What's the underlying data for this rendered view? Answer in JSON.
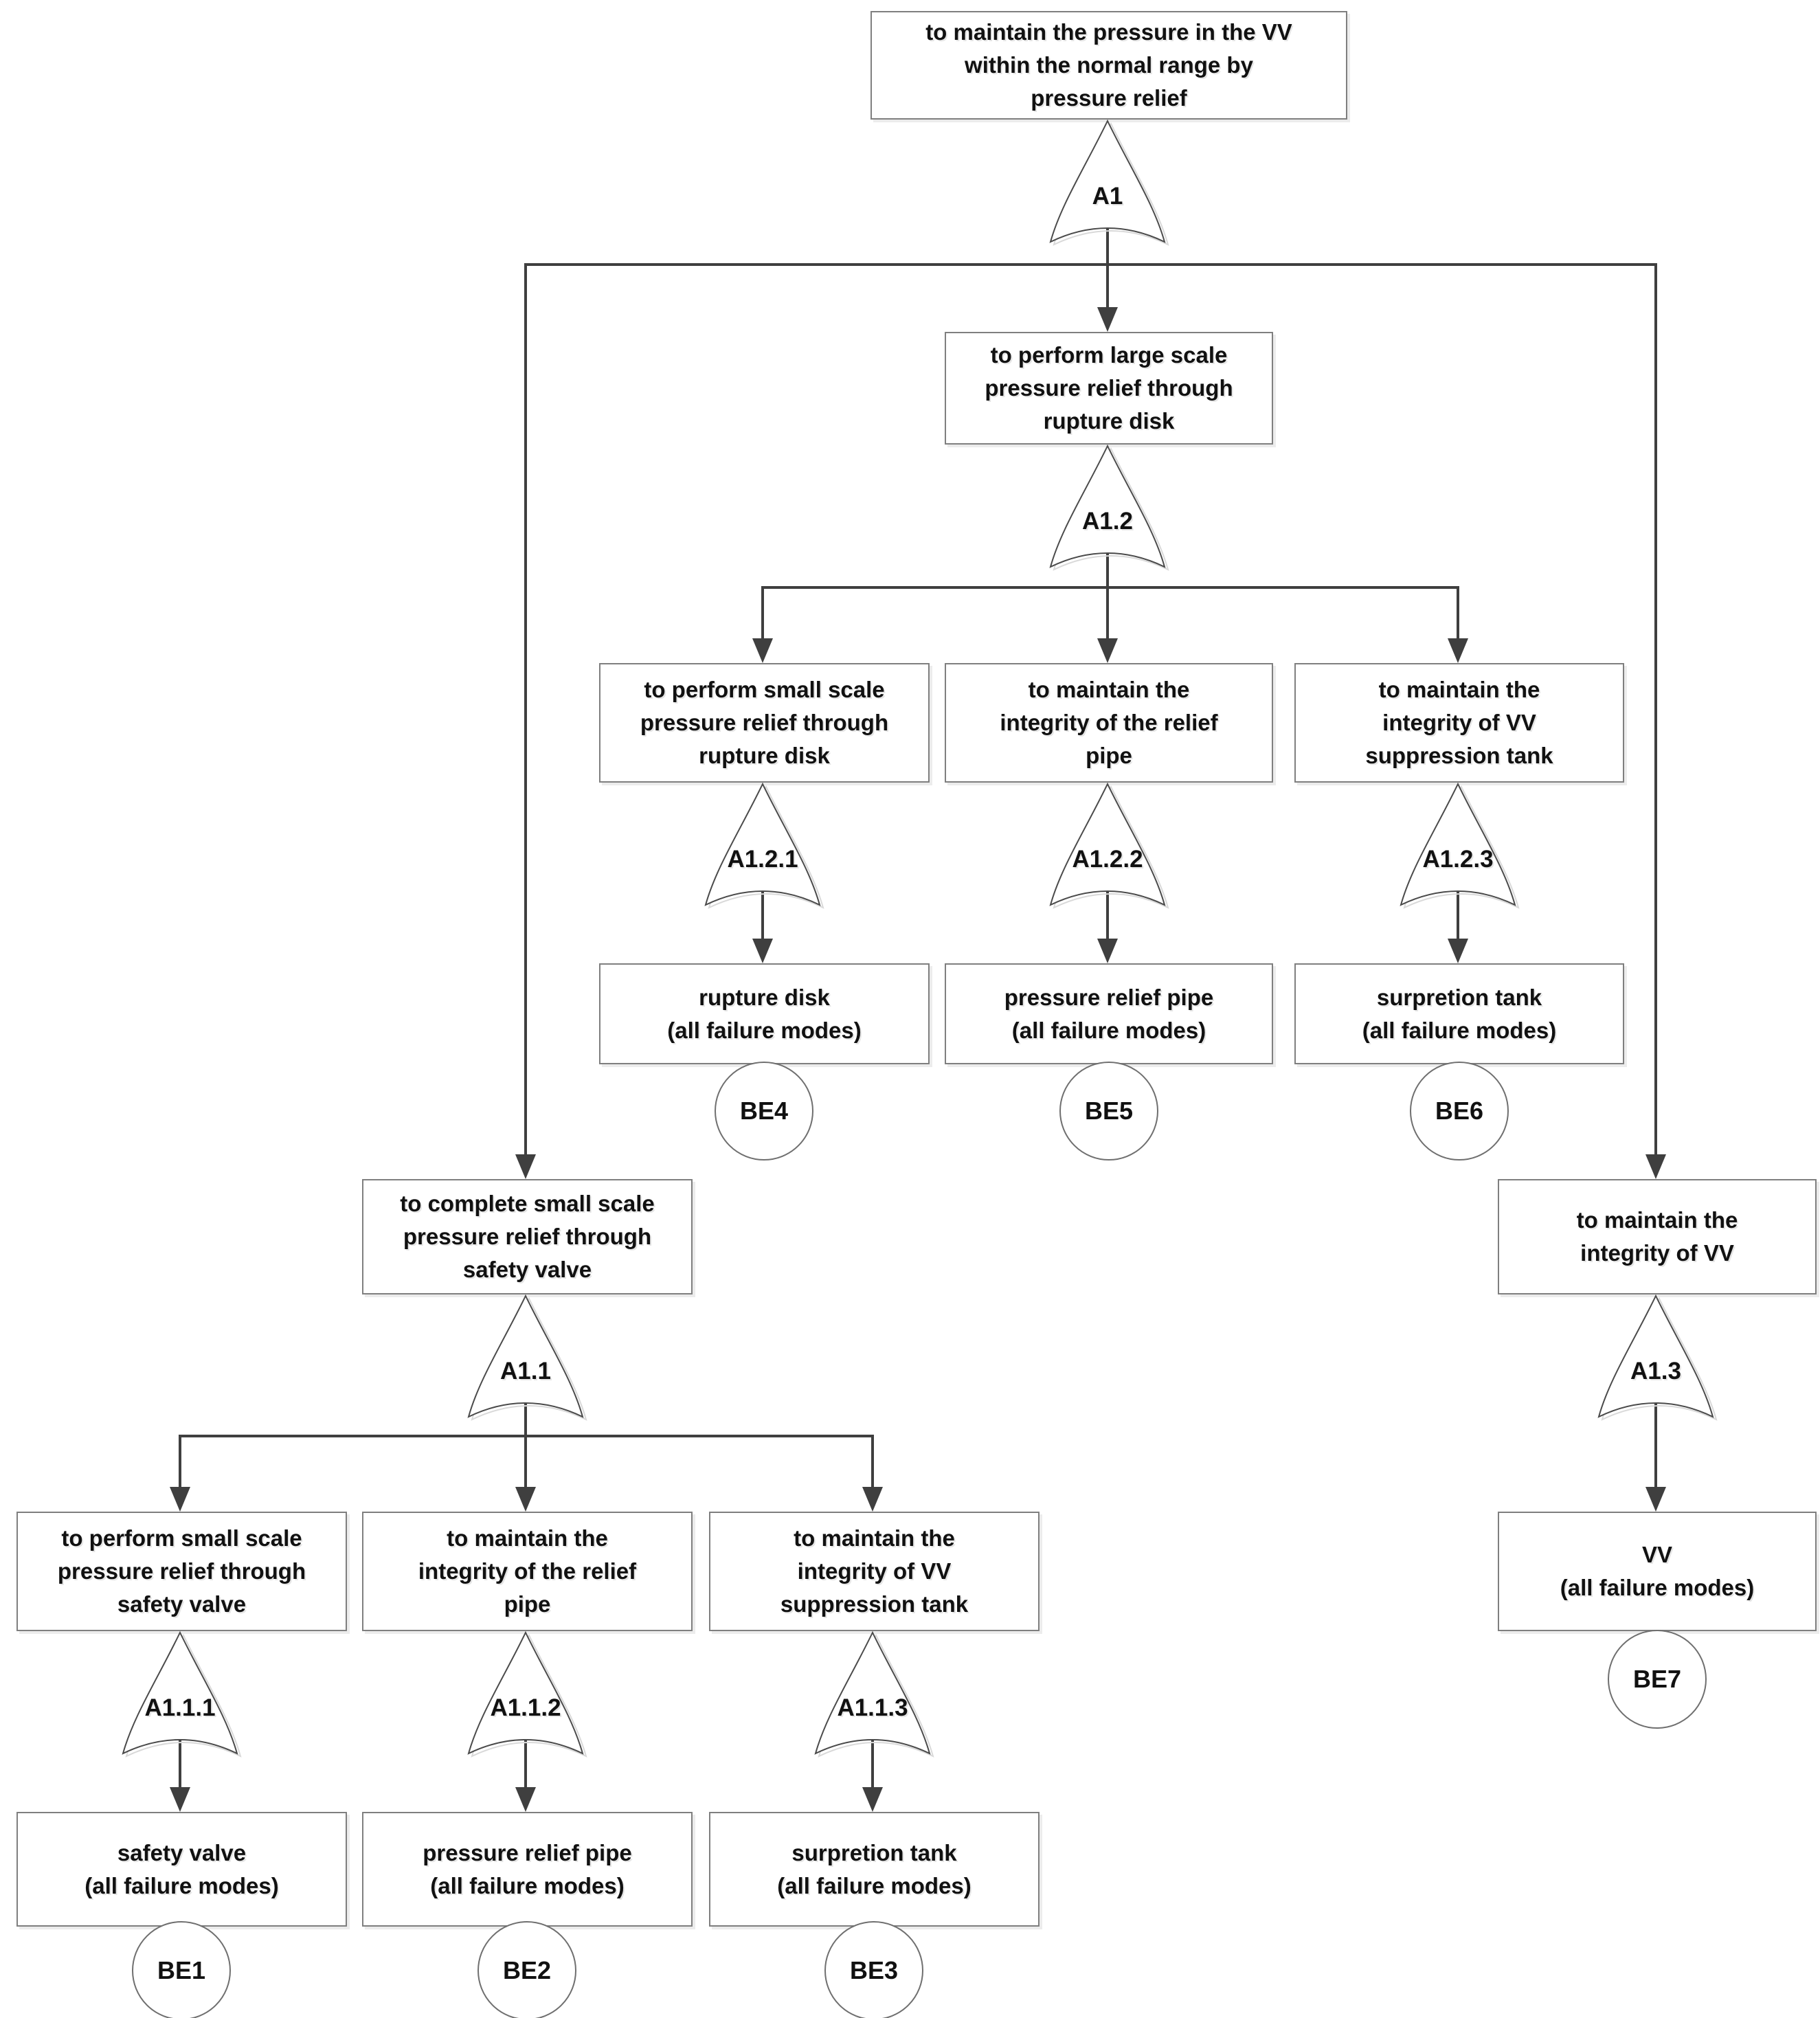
{
  "diagram": {
    "type": "fault-tree",
    "colors": {
      "line": "#3f3f3f",
      "box_border": "#7f7f7f",
      "gate_stroke": "#4a4a4a",
      "gate_shadow": "#d9d9d9",
      "text": "#111111"
    },
    "nodes": {
      "a1": {
        "line1": "to maintain the pressure in the VV",
        "line2": "within the normal range by",
        "line3": "pressure relief",
        "gate": "A1"
      },
      "a12": {
        "line1": "to perform large scale",
        "line2": "pressure relief through",
        "line3": "rupture disk",
        "gate": "A1.2"
      },
      "a121": {
        "line1": "to perform small scale",
        "line2": "pressure relief through",
        "line3": "rupture disk",
        "gate": "A1.2.1"
      },
      "a122": {
        "line1": "to maintain the",
        "line2": "integrity of the relief",
        "line3": "pipe",
        "gate": "A1.2.2"
      },
      "a123": {
        "line1": "to maintain the",
        "line2": "integrity of VV",
        "line3": "suppression tank",
        "gate": "A1.2.3"
      },
      "leaf_rupture_disk": {
        "line1": "rupture disk",
        "line2": "(all failure modes)",
        "event": "BE4"
      },
      "leaf_relief_pipe_mid": {
        "line1": "pressure relief pipe",
        "line2": "(all failure modes)",
        "event": "BE5"
      },
      "leaf_supp_tank_mid": {
        "line1": "surpretion tank",
        "line2": "(all failure modes)",
        "event": "BE6"
      },
      "a11": {
        "line1": "to complete small scale",
        "line2": "pressure relief through",
        "line3": "safety valve",
        "gate": "A1.1"
      },
      "a111": {
        "line1": "to perform small scale",
        "line2": "pressure relief through",
        "line3": "safety valve",
        "gate": "A1.1.1"
      },
      "a112": {
        "line1": "to maintain the",
        "line2": "integrity of the relief",
        "line3": "pipe",
        "gate": "A1.1.2"
      },
      "a113": {
        "line1": "to maintain the",
        "line2": "integrity of VV",
        "line3": "suppression tank",
        "gate": "A1.1.3"
      },
      "leaf_safety_valve": {
        "line1": "safety valve",
        "line2": "(all failure modes)",
        "event": "BE1"
      },
      "leaf_relief_pipe_left": {
        "line1": "pressure relief pipe",
        "line2": "(all failure modes)",
        "event": "BE2"
      },
      "leaf_supp_tank_left": {
        "line1": "surpretion tank",
        "line2": "(all failure modes)",
        "event": "BE3"
      },
      "a13": {
        "line1": "to maintain the",
        "line2": "integrity of VV",
        "gate": "A1.3"
      },
      "leaf_vv": {
        "line1": "VV",
        "line2": "(all failure modes)",
        "event": "BE7"
      }
    }
  }
}
